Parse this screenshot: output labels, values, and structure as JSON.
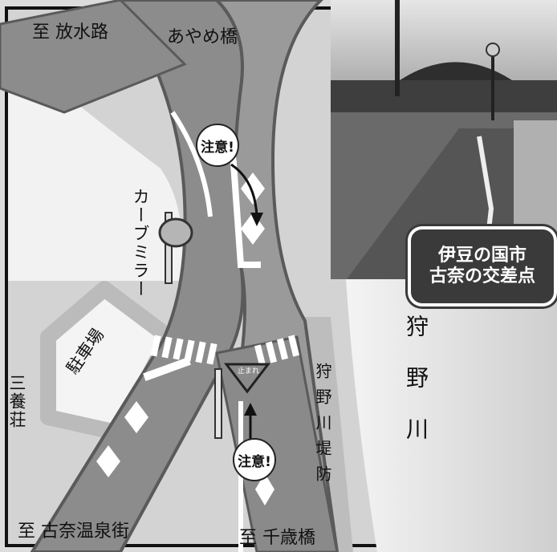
{
  "labels": {
    "to_housui": "至 放水路",
    "ayame_bridge": "あやめ橋",
    "curve_mirror": "カーブミラー",
    "parking": "駐車場",
    "sanyoso": "三養荘",
    "kano_river": "狩野川",
    "kano_embankment": "狩野川堤防",
    "to_kona_onsen": "至 古奈温泉街",
    "to_chitose_bridge": "至 千歳橋",
    "stop_sign": "止まれ",
    "caution_1": "注意!",
    "caution_2": "注意!"
  },
  "photo_caption": {
    "line1": "伊豆の国市",
    "line2": "古奈の交差点"
  },
  "colors": {
    "road": "#8c8c8c",
    "road_edge": "#5a5a5a",
    "land": "#d9d9d9",
    "embankment": "#c8c8c8",
    "badge": "#3a3a3a"
  }
}
